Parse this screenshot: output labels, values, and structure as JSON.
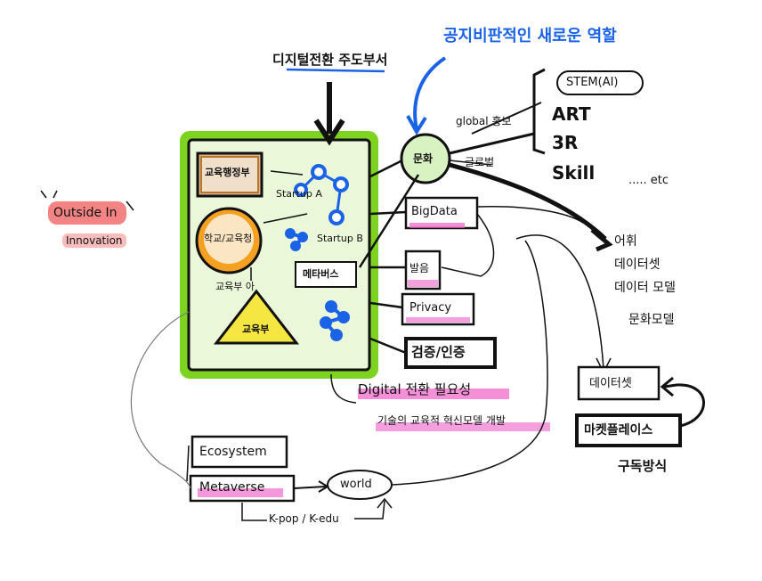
{
  "title_top": "디지털전환 주도부서",
  "title_blue": "공지비판적인 새로운 역할",
  "left_note": {
    "line1": "Outside In",
    "line2": "Innovation"
  },
  "frame_nodes": {
    "node1": "교육행정부",
    "node2": "학교/교육청",
    "node3": "교육부",
    "startup_a": "Startup A",
    "startup_b": "Startup B",
    "metaverse_small": "메타버스",
    "node4": "교육부",
    "label_gyo": "교육부 아"
  },
  "center_right": {
    "munhwa": "문화",
    "global_pr": "global 홍보",
    "global": "글로벌",
    "bigdata": "BigData",
    "baleum": "발음",
    "privacy": "Privacy",
    "verify": "검증/인증"
  },
  "stem_box": {
    "label": "STEM(AI)",
    "art": "ART",
    "three_r": "3R",
    "skill": "Skill",
    "etc": "..... etc"
  },
  "right_list": {
    "item1": "어휘",
    "item2": "데이터셋",
    "item3": "데이터 모델",
    "item4": "문화모델"
  },
  "data_box": {
    "label": "데이터셋",
    "market": "마켓플레이스",
    "subscription": "구독방식"
  },
  "digital": {
    "title": "Digital 전환 필요성",
    "subtitle": "기술의 교육적 혁신모델 개발"
  },
  "bottom": {
    "ecosystem": "Ecosystem",
    "metaverse": "Metaverse",
    "world": "world",
    "kpop": "K-pop / K-edu"
  },
  "colors": {
    "green_frame": "#7ed321",
    "pink_highlight": "#ef5fc8",
    "blue_ink": "#1a63e6",
    "orange": "#f4a020",
    "yellow": "#f5e642",
    "brown": "#b8772e",
    "red_note": "#f05a5a"
  }
}
